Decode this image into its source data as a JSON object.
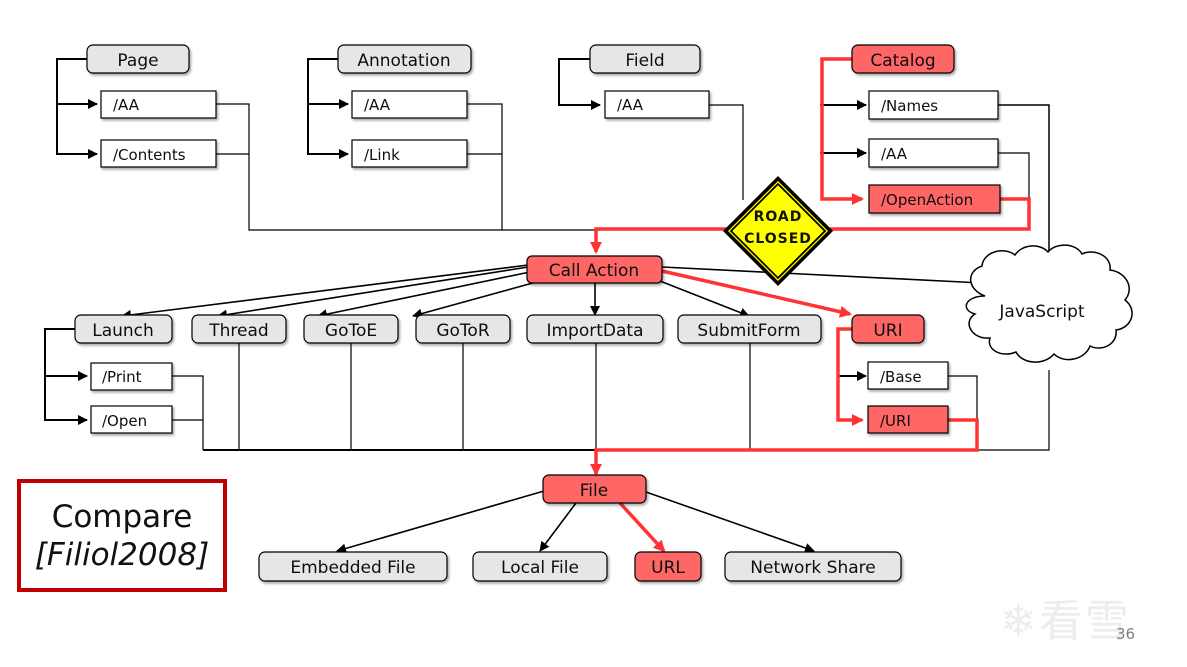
{
  "slide": {
    "page_number": "36",
    "watermark": "❄看雪"
  },
  "colors": {
    "highlight_fill": "#ff6666",
    "highlight_line": "#ff3333",
    "neutral_fill": "#e6e6e6",
    "sub_fill": "#ffffff",
    "sign_fill": "#ffff00",
    "compare_border": "#c00000"
  },
  "objects": {
    "page": {
      "label": "Page",
      "keys": [
        "/AA",
        "/Contents"
      ]
    },
    "annotation": {
      "label": "Annotation",
      "keys": [
        "/AA",
        "/Link"
      ]
    },
    "field": {
      "label": "Field",
      "keys": [
        "/AA"
      ]
    },
    "catalog": {
      "label": "Catalog",
      "keys": [
        "/Names",
        "/AA",
        "/OpenAction"
      ],
      "highlighted": true
    }
  },
  "road_sign": {
    "line1": "ROAD",
    "line2": "CLOSED"
  },
  "call_action": {
    "label": "Call Action",
    "highlighted": true
  },
  "javascript": {
    "label": "JavaScript"
  },
  "actions": {
    "launch": {
      "label": "Launch",
      "keys": [
        "/Print",
        "/Open"
      ]
    },
    "thread": {
      "label": "Thread"
    },
    "gotoe": {
      "label": "GoToE"
    },
    "gotor": {
      "label": "GoToR"
    },
    "importdata": {
      "label": "ImportData"
    },
    "submitform": {
      "label": "SubmitForm"
    },
    "uri": {
      "label": "URI",
      "keys": [
        "/Base",
        "/URI"
      ],
      "highlighted": true
    }
  },
  "file": {
    "label": "File",
    "highlighted": true
  },
  "file_targets": {
    "embedded": {
      "label": "Embedded File"
    },
    "local": {
      "label": "Local File"
    },
    "url": {
      "label": "URL",
      "highlighted": true
    },
    "network": {
      "label": "Network Share"
    }
  },
  "compare": {
    "title": "Compare",
    "reference": "[Filiol2008]"
  }
}
